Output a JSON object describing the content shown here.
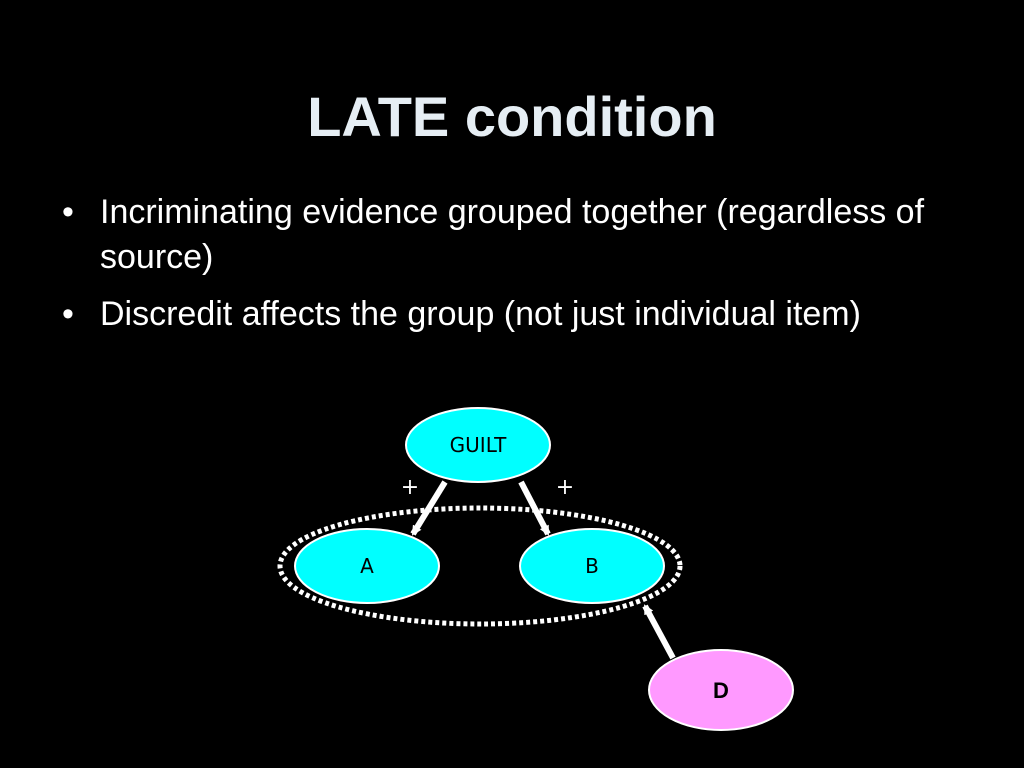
{
  "slide": {
    "title": "LATE condition",
    "bullet_symbol": "•",
    "bullets": [
      "Incriminating evidence grouped together (regardless of source)",
      "Discredit affects the group (not just individual item)"
    ]
  },
  "diagram": {
    "nodes": {
      "guilt": "GUILT",
      "a": "A",
      "b": "B",
      "d": "D"
    },
    "edge_signs": {
      "guilt_to_a": "+",
      "guilt_to_b": "+"
    },
    "colors": {
      "evidence_node": "#00ffff",
      "discredit_node": "#ff99ff",
      "edges": "#ffffff",
      "background": "#000000"
    }
  }
}
